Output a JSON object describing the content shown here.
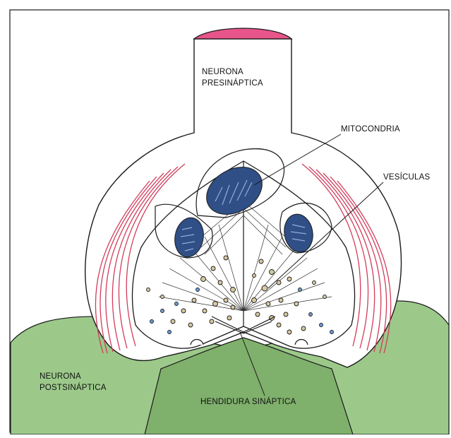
{
  "labels": {
    "presynaptic_line1": "NEURONA",
    "presynaptic_line2": "PRESINÁPTICA",
    "mitochondria": "MITOCONDRIA",
    "vesicles": "VESÍCULAS",
    "postsynaptic_line1": "NEURONA",
    "postsynaptic_line2": "POSTSINÁPTICA",
    "cleft": "HENDIDURA SINÁPTICA"
  },
  "colors": {
    "postsynaptic_green": "#9cc98a",
    "postsynaptic_dark_green": "#7fb06c",
    "axon_cap_pink": "#e8558a",
    "microtubule_red": "#d23c5a",
    "mitochondria_blue": "#2f4f86",
    "mitochondria_crista": "#93acd8",
    "outline": "#1a1a1a",
    "vesicle_tan": "#d8c9a3",
    "vesicle_blue": "#6f9bd8"
  }
}
